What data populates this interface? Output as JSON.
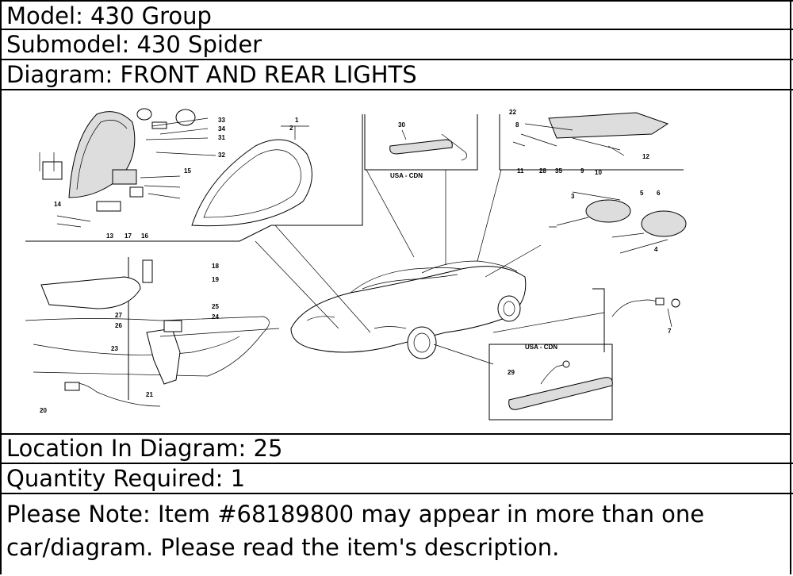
{
  "header": {
    "model": "Model: 430 Group",
    "submodel": "Submodel: 430 Spider",
    "diagram": "Diagram: FRONT AND REAR LIGHTS"
  },
  "details": {
    "location": "Location In Diagram: 25",
    "quantity": "Quantity Required: 1",
    "note": "Please Note: Item #68189800 may appear in more than one car/diagram. Please read the item's description."
  },
  "diagram": {
    "region_labels": [
      "USA - CDN",
      "USA - CDN"
    ],
    "callouts": [
      "1",
      "2",
      "3",
      "4",
      "5",
      "6",
      "7",
      "8",
      "9",
      "10",
      "11",
      "12",
      "13",
      "14",
      "15",
      "16",
      "17",
      "18",
      "19",
      "20",
      "21",
      "22",
      "23",
      "24",
      "25",
      "26",
      "27",
      "28",
      "29",
      "30",
      "31",
      "32",
      "33",
      "34",
      "35"
    ]
  }
}
